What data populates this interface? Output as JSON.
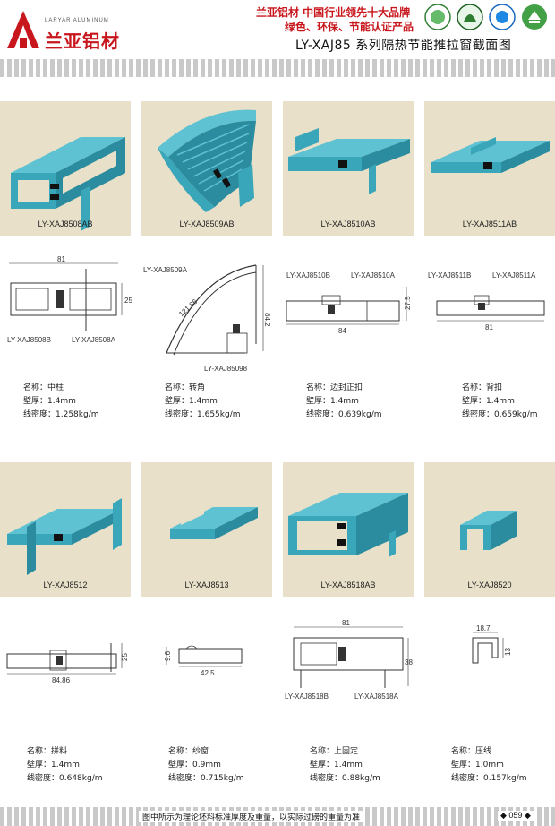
{
  "header": {
    "logo_en": "LARYAR ALUMINUM",
    "logo_cn": "兰亚铝材",
    "slogan_line1": "兰亚铝材  中国行业领先十大品牌",
    "slogan_line2": "绿色、环保、节能认证产品",
    "series_title": "LY-XAJ85  系列隔热节能推拉窗截面图"
  },
  "colors": {
    "brand_red": "#c8161d",
    "profile_blue": "#3aa6b9",
    "card_bg": "#e8e0c8"
  },
  "products": [
    {
      "label": "LY-XAJ8508AB",
      "name": "名称：中柱",
      "thickness": "壁厚：1.4mm",
      "density": "线密度：1.258kg/m",
      "dims": [
        "81",
        "25"
      ],
      "parts": [
        "LY-XAJ8508B",
        "LY-XAJ8508A"
      ]
    },
    {
      "label": "LY-XAJ8509AB",
      "name": "名称：转角",
      "thickness": "壁厚：1.4mm",
      "density": "线密度：1.655kg/m",
      "dims": [
        "121.86",
        "84.2"
      ],
      "parts": [
        "LY-XAJ8509A",
        "LY-XAJ85098"
      ]
    },
    {
      "label": "LY-XAJ8510AB",
      "name": "名称：边封正扣",
      "thickness": "壁厚：1.4mm",
      "density": "线密度：0.639kg/m",
      "dims": [
        "84",
        "27.5"
      ],
      "parts": [
        "LY-XAJ8510B",
        "LY-XAJ8510A"
      ]
    },
    {
      "label": "LY-XAJ8511AB",
      "name": "名称：背扣",
      "thickness": "壁厚：1.4mm",
      "density": "线密度：0.659kg/m",
      "dims": [
        "81"
      ],
      "parts": [
        "LY-XAJ8511B",
        "LY-XAJ8511A"
      ]
    },
    {
      "label": "LY-XAJ8512",
      "name": "名称：拼料",
      "thickness": "壁厚：1.4mm",
      "density": "线密度：0.648kg/m",
      "dims": [
        "84.86",
        "25"
      ],
      "parts": []
    },
    {
      "label": "LY-XAJ8513",
      "name": "名称：纱窗",
      "thickness": "壁厚：0.9mm",
      "density": "线密度：0.715kg/m",
      "dims": [
        "42.5",
        "9.6"
      ],
      "parts": []
    },
    {
      "label": "LY-XAJ8518AB",
      "name": "名称：上固定",
      "thickness": "壁厚：1.4mm",
      "density": "线密度：0.88kg/m",
      "dims": [
        "81",
        "38"
      ],
      "parts": [
        "LY-XAJ8518B",
        "LY-XAJ8518A"
      ]
    },
    {
      "label": "LY-XAJ8520",
      "name": "名称：压线",
      "thickness": "壁厚：1.0mm",
      "density": "线密度：0.157kg/m",
      "dims": [
        "18.7",
        "13"
      ],
      "parts": []
    }
  ],
  "footer": {
    "note": "图中所示为理论坯料标准厚度及重量，以实际过磅的重量为准",
    "page": "◆ 059 ◆"
  }
}
